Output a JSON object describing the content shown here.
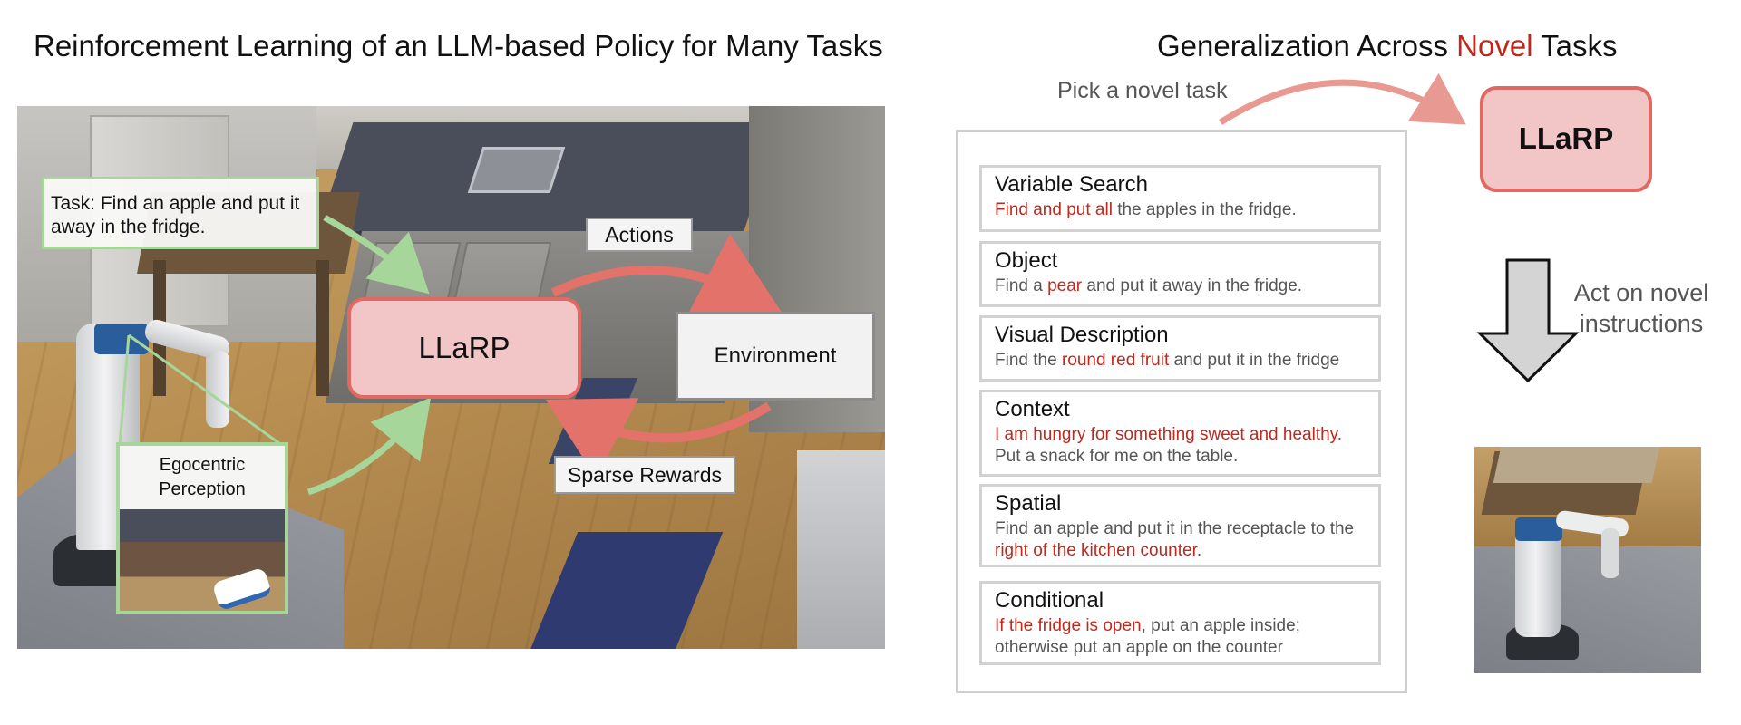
{
  "left_panel": {
    "title": "Reinforcement Learning of an LLM-based Policy for Many Tasks",
    "task_instruction": "Task: Find an apple and put it away in the fridge.",
    "policy_label": "LLaRP",
    "actions_label": "Actions",
    "environment_label": "Environment",
    "rewards_label": "Sparse Rewards",
    "perception_label": "Egocentric Perception"
  },
  "right_panel": {
    "title_prefix": "Generalization Across ",
    "title_highlight": "Novel",
    "title_suffix": " Tasks",
    "pick_label": "Pick a novel task",
    "policy_label": "LLaRP",
    "act_label": "Act on novel instructions",
    "tasks": [
      {
        "name": "Variable Search",
        "desc_hl_1": "Find and put all",
        "desc_1": " the apples in the fridge."
      },
      {
        "name": "Object",
        "desc_1": "Find a ",
        "desc_hl_1": "pear",
        "desc_2": " and put it away in the fridge."
      },
      {
        "name": "Visual Description",
        "desc_1": "Find the ",
        "desc_hl_1": "round red fruit",
        "desc_2": " and put it in the fridge"
      },
      {
        "name": "Context",
        "desc_hl_1": "I am hungry for something sweet and healthy.",
        "desc_1": "Put a snack for me on the table."
      },
      {
        "name": "Spatial",
        "desc_1": "Find an apple and put it in the receptacle to the ",
        "desc_hl_1": "right of the kitchen counter",
        "desc_2": "."
      },
      {
        "name": "Conditional",
        "desc_hl_1": "If the fridge is open",
        "desc_1": ", put an apple inside; otherwise put an apple on the counter"
      }
    ]
  },
  "colors": {
    "highlight_red": "#c0281c",
    "llarp_fill": "#f2c6c6",
    "llarp_border": "#e06a62",
    "arrow_green": "#a7d69b",
    "arrow_red": "#e3736a"
  }
}
